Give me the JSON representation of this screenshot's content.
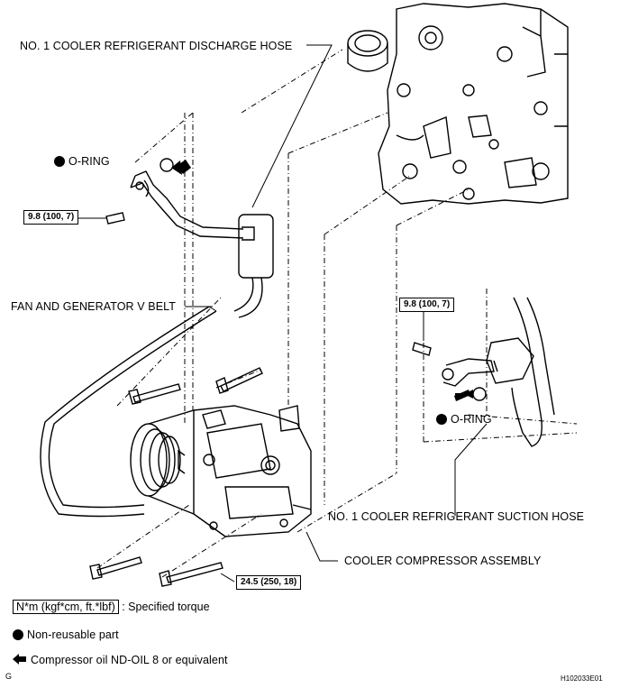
{
  "labels": {
    "discharge_hose": "NO. 1 COOLER REFRIGERANT DISCHARGE HOSE",
    "o_ring_top": "O-RING",
    "fan_belt": "FAN AND GENERATOR V BELT",
    "o_ring_right": "O-RING",
    "suction_hose": "NO. 1 COOLER REFRIGERANT SUCTION HOSE",
    "compressor": "COOLER COMPRESSOR ASSEMBLY"
  },
  "torque_boxes": {
    "left_bolt": "9.8 (100, 7)",
    "right_bolt": "9.8 (100, 7)",
    "compressor_bolt": "24.5 (250, 18)"
  },
  "legend": {
    "torque_unit": "N*m (kgf*cm, ft.*lbf)",
    "torque_text": ": Specified torque",
    "non_reusable": "Non-reusable part",
    "compressor_oil": "Compressor oil ND-OIL 8 or equivalent"
  },
  "footer": {
    "page_mark": "G",
    "figure_id": "H102033E01"
  },
  "icons": {
    "non_reusable": "filled-circle-icon",
    "oil": "left-arrow-icon"
  }
}
